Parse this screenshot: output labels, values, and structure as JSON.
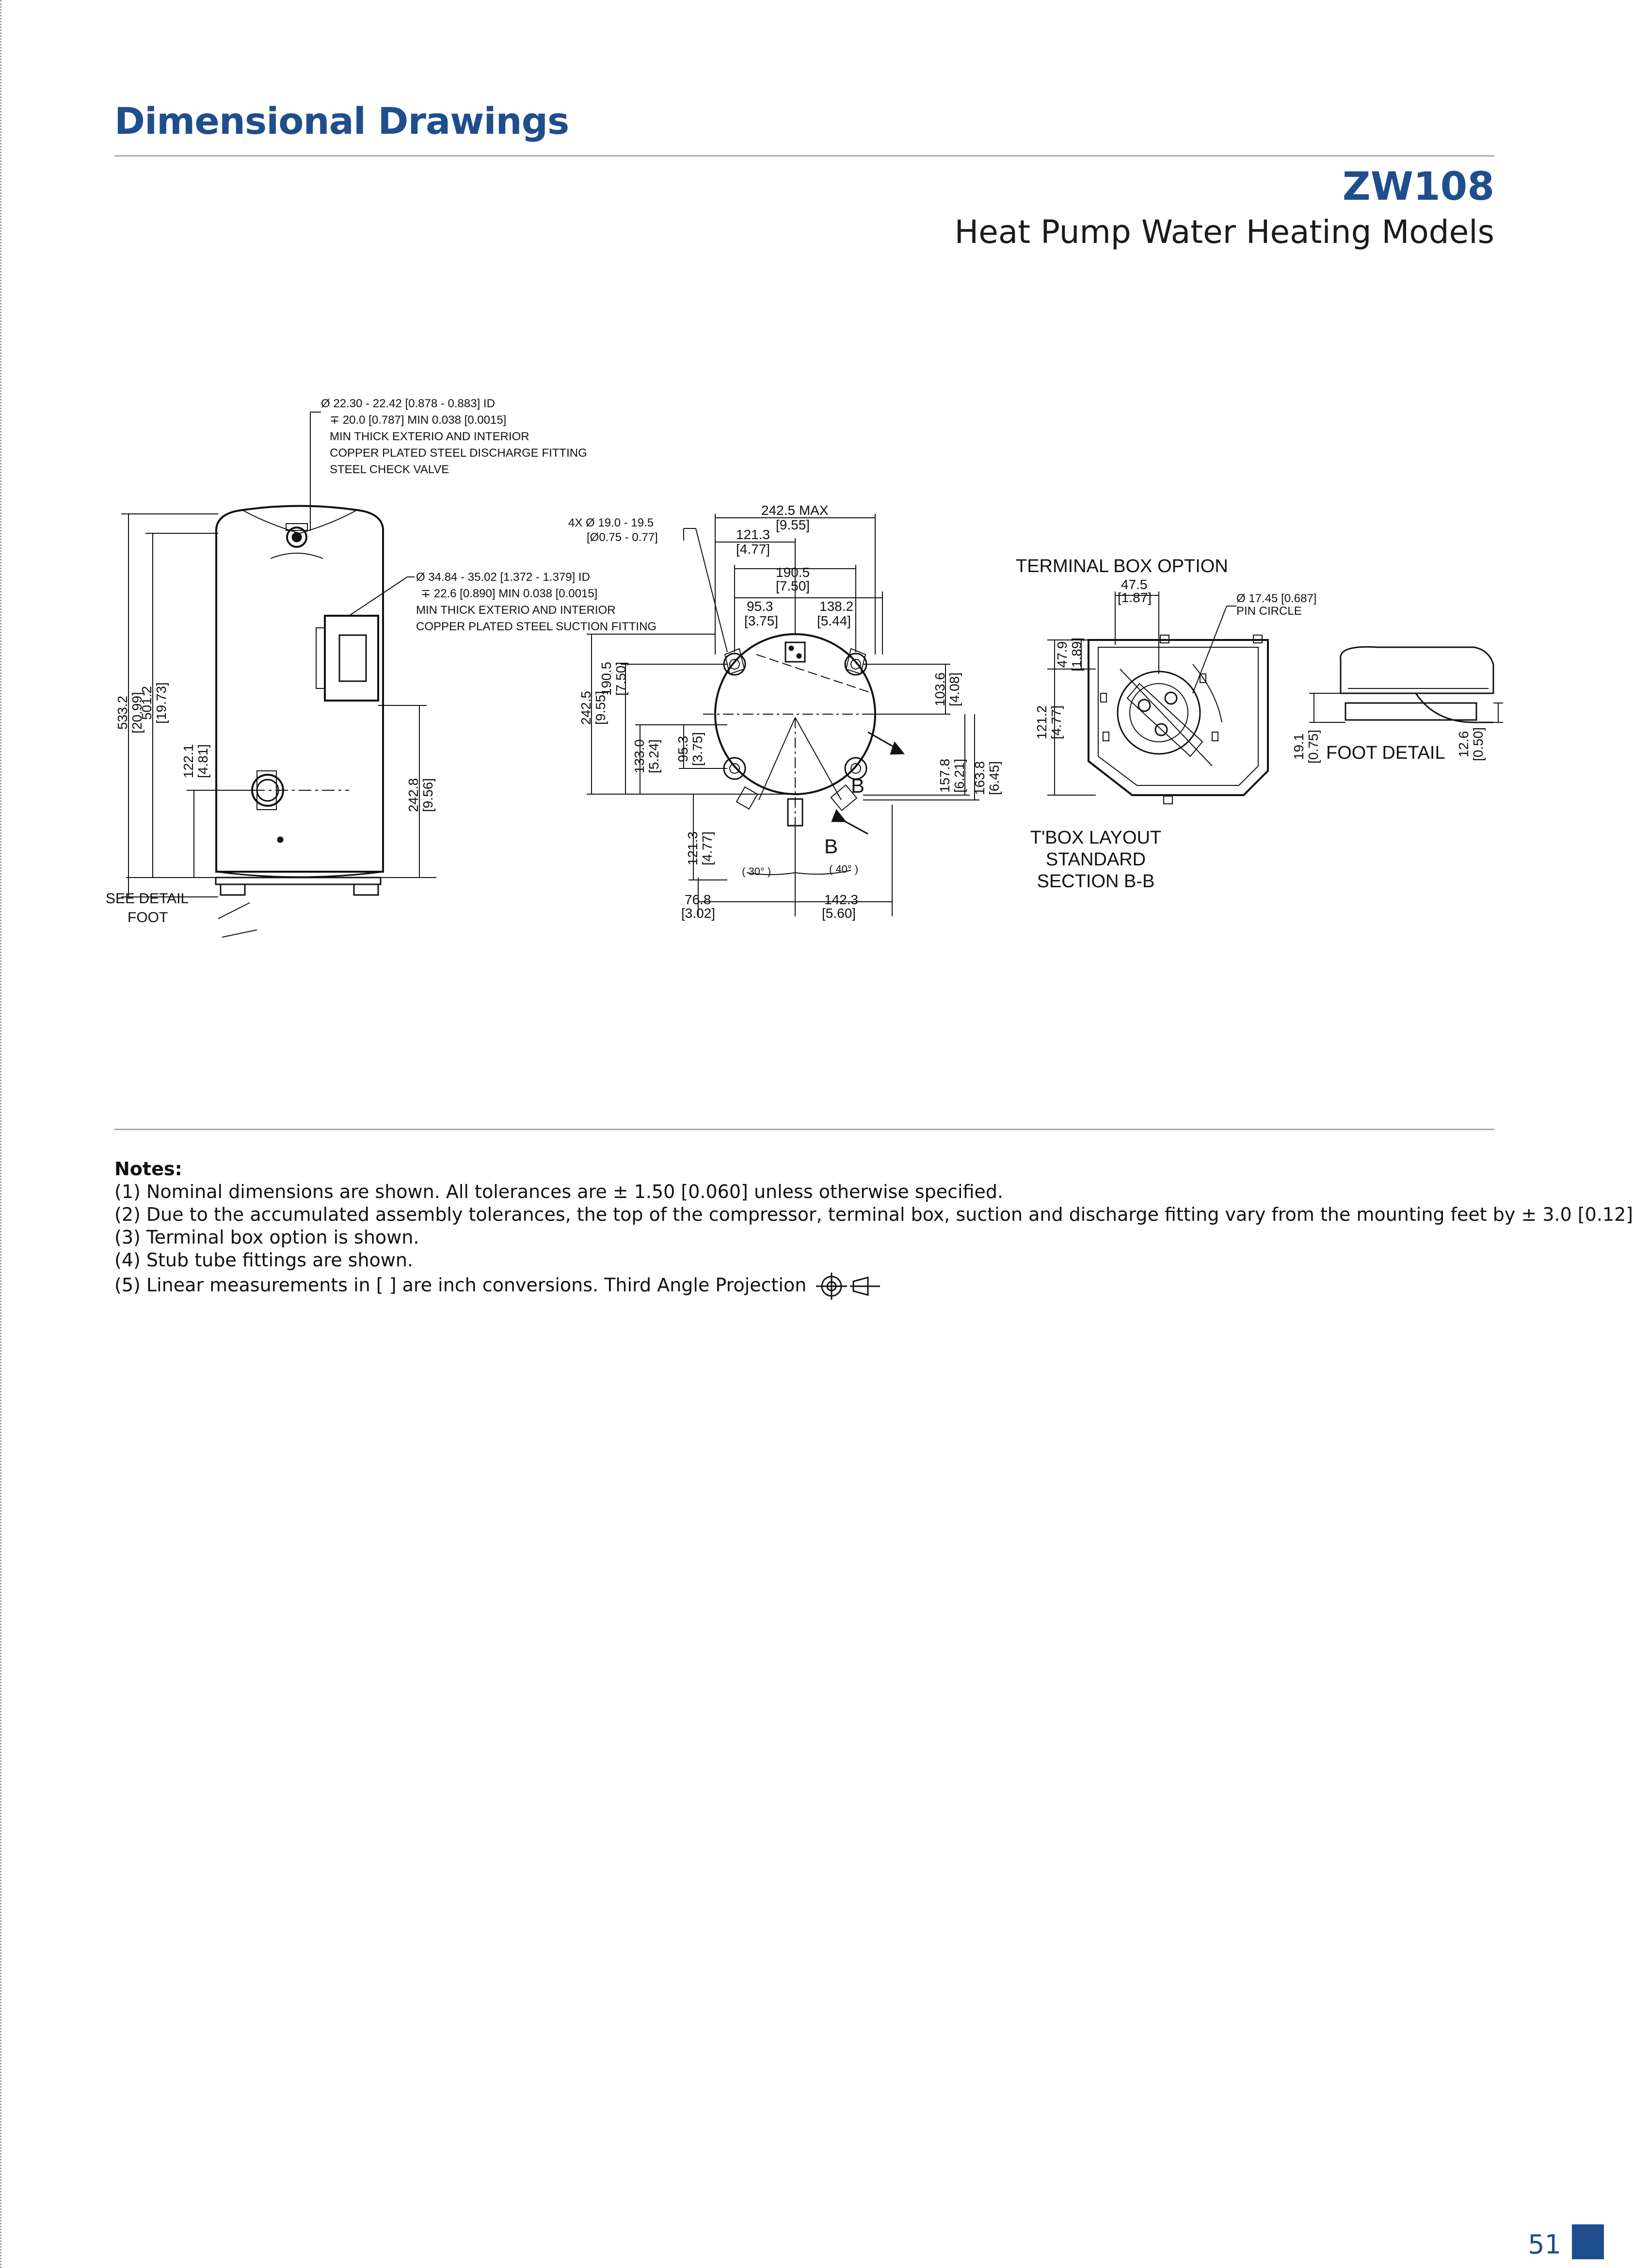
{
  "header": {
    "section_title": "Dimensional Drawings",
    "model": "ZW108",
    "subtitle": "Heat Pump Water Heating Models"
  },
  "drawing": {
    "discharge_callout": [
      "Ø 22.30 - 22.42 [0.878 - 0.883] ID",
      "∓ 20.0 [0.787] MIN 0.038 [0.0015]",
      "MIN THICK EXTERIO AND INTERIOR",
      "COPPER PLATED STEEL DISCHARGE FITTING",
      "STEEL CHECK VALVE"
    ],
    "suction_callout": [
      "Ø 34.84 - 35.02 [1.372 - 1.379] ID",
      "∓ 22.6 [0.890] MIN 0.038 [0.0015]",
      "MIN THICK EXTERIO AND INTERIOR",
      "COPPER PLATED STEEL SUCTION FITTING"
    ],
    "mount_holes": [
      "4X Ø 19.0 - 19.5",
      "[Ø0.75 - 0.77]"
    ],
    "side_view": {
      "height_overall": [
        "533.2",
        "[20.99]"
      ],
      "height_body": [
        "501.2",
        "[19.73]"
      ],
      "height_suction": [
        "122.1",
        "[4.81]"
      ],
      "height_tbox": [
        "242.8",
        "[9.56]"
      ],
      "see_detail": "SEE DETAIL",
      "foot": "FOOT"
    },
    "top_view": {
      "width_max": [
        "242.5 MAX",
        "[9.55]"
      ],
      "d121_3": [
        "121.3",
        "[4.77]"
      ],
      "d190_5": [
        "190.5",
        "[7.50]"
      ],
      "d95_3": [
        "95.3",
        "[3.75]"
      ],
      "d138_2": [
        "138.2",
        "[5.44]"
      ],
      "v242_5": [
        "242.5",
        "[9.55]"
      ],
      "v190_5": [
        "190.5",
        "[7.50]"
      ],
      "v133_0": [
        "133.0",
        "[5.24]"
      ],
      "v95_3": [
        "95.3",
        "[3.75]"
      ],
      "v121_3": [
        "121.3",
        "[4.77]"
      ],
      "v103_6": [
        "103.6",
        "[4.08]"
      ],
      "v157_8": [
        "157.8",
        "[6.21]"
      ],
      "v163_8": [
        "163.8",
        "[6.45]"
      ],
      "angle_30": "( 30° )",
      "angle_40": "( 40° )",
      "d76_8": [
        "76.8",
        "[3.02]"
      ],
      "d142_3": [
        "142.3",
        "[5.60]"
      ],
      "section_mark": "B"
    },
    "terminal_box": {
      "title": "TERMINAL BOX OPTION",
      "d47_5": [
        "47.5",
        "[1.87]"
      ],
      "pin_circle": [
        "Ø 17.45 [0.687]",
        "PIN CIRCLE"
      ],
      "v47_9": [
        "47.9",
        "[1.89]"
      ],
      "v121_2": [
        "121.2",
        "[4.77]"
      ],
      "layout_caption": [
        "T'BOX LAYOUT",
        "STANDARD",
        "SECTION B-B"
      ]
    },
    "foot_detail": {
      "label": "FOOT DETAIL",
      "v19_1": [
        "19.1",
        "[0.75]"
      ],
      "v12_6": [
        "12.6",
        "[0.50]"
      ]
    }
  },
  "notes": {
    "title": "Notes:",
    "items": [
      "(1) Nominal dimensions are shown. All tolerances are ± 1.50 [0.060] unless otherwise specified.",
      "(2) Due to the accumulated assembly tolerances, the top of the compressor, terminal box, suction and discharge fitting vary from the mounting feet by ± 3.0 [0.12]",
      "(3) Terminal box option is shown.",
      "(4) Stub tube fittings are shown.",
      "(5) Linear measurements in [     ] are inch conversions. Third Angle Projection"
    ]
  },
  "page_number": "51",
  "colors": {
    "accent": "#1f4e8c",
    "rule": "#a9a9a9",
    "text": "#1a1a1a"
  }
}
